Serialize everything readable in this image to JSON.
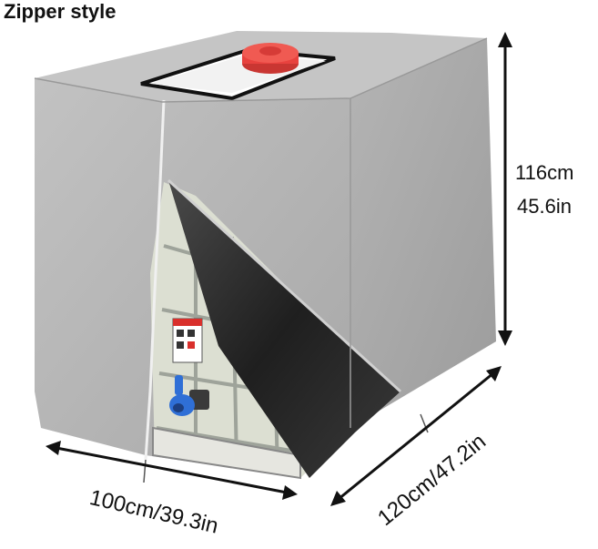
{
  "title": "Zipper style",
  "dimensions": {
    "height_cm": "116cm",
    "height_in": "45.6in",
    "width": "100cm/39.3in",
    "depth": "120cm/47.2in"
  },
  "colors": {
    "cover_front": "#b3b3b3",
    "cover_side": "#a9a9a9",
    "cover_top": "#bfbfbf",
    "cap": "#e8423e",
    "flap_inner": "#2e2e2e",
    "tank": "#d9dccf",
    "valve": "#2f6fd6"
  }
}
